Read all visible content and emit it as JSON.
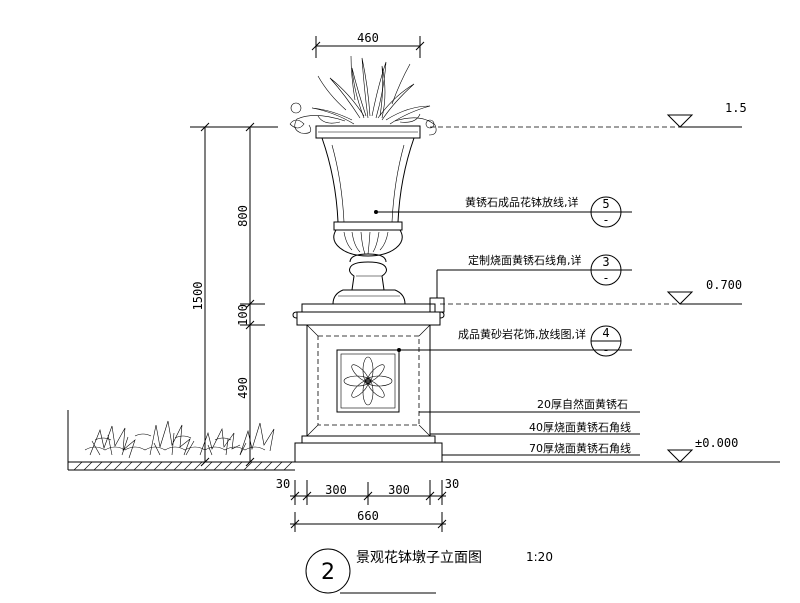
{
  "dimensions": {
    "top_width": "460",
    "total_height": "1500",
    "vase_height": "800",
    "cap_height": "100",
    "pedestal_height": "490",
    "margin_left": "30",
    "margin_right": "30",
    "panel_left": "300",
    "panel_right": "300",
    "base_width": "660"
  },
  "elevations": {
    "top": "1.5",
    "mid": "0.700",
    "ground": "±0.000"
  },
  "callouts": [
    {
      "text": "黄锈石成品花钵放线,详",
      "num": "5",
      "sheet": "-"
    },
    {
      "text": "定制烧面黄锈石线角,详",
      "num": "3",
      "sheet": "-"
    },
    {
      "text": "成品黄砂岩花饰,放线图,详",
      "num": "4",
      "sheet": "-"
    }
  ],
  "materials": [
    "20厚自然面黄锈石",
    "40厚烧面黄锈石角线",
    "70厚烧面黄锈石角线"
  ],
  "title": {
    "number": "2",
    "text": "景观花钵墩子立面图",
    "scale": "1:20"
  }
}
